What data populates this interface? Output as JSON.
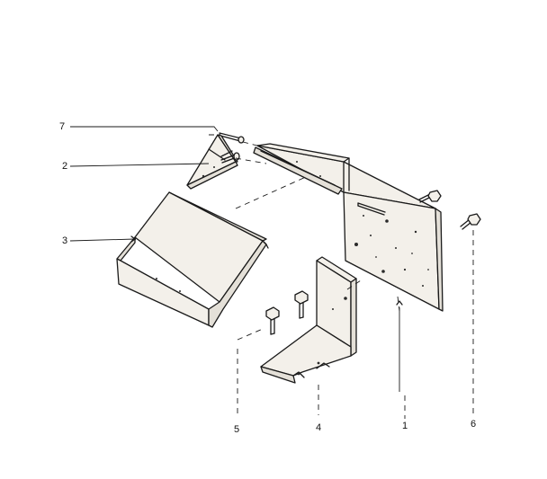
{
  "callouts": {
    "c1": "1",
    "c2": "2",
    "c3": "3",
    "c4": "4",
    "c5": "5",
    "c6": "6",
    "c7": "7"
  },
  "colors": {
    "ink": "#1a1a1a",
    "paper": "#ffffff",
    "part_fill": "#f3f0ea"
  }
}
